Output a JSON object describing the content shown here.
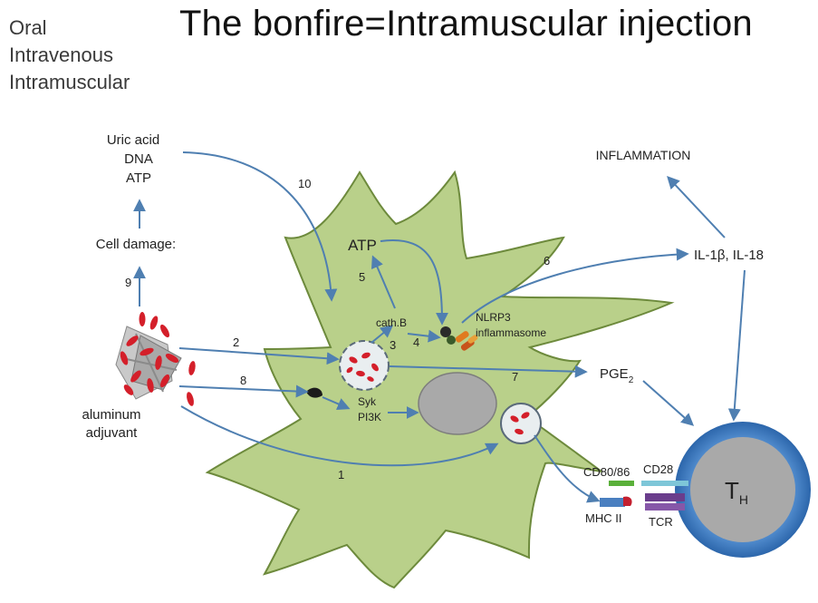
{
  "routes": [
    "Oral",
    "Intravenous",
    "Intramuscular"
  ],
  "title": "The bonfire=Intramuscular injection",
  "diagram": {
    "danger_signals": [
      "Uric acid",
      "DNA",
      "ATP"
    ],
    "cell_damage": "Cell damage:",
    "adjuvant_line1": "aluminum",
    "adjuvant_line2": "adjuvant",
    "atp": "ATP",
    "cathepsin": "cath.B",
    "nlrp3_line1": "NLRP3",
    "nlrp3_line2": "inflammasome",
    "syk": "Syk",
    "pi3k": "PI3K",
    "inflammation": "INFLAMMATION",
    "cytokines": "IL-1β, IL-18",
    "pge": "PGE",
    "pge_sub": "2",
    "cd80": "CD80/86",
    "cd28": "CD28",
    "mhc": "MHC II",
    "tcr": "TCR",
    "th": "T",
    "th_sub": "H",
    "steps": [
      "1",
      "2",
      "3",
      "4",
      "5",
      "6",
      "7",
      "8",
      "9",
      "10"
    ]
  },
  "colors": {
    "cell_fill": "#b9d08a",
    "arrow": "#4f7fb1",
    "particle": "#d41f2a",
    "th_ring": "#3f7cc0",
    "nucleus": "#a9a9a9"
  }
}
